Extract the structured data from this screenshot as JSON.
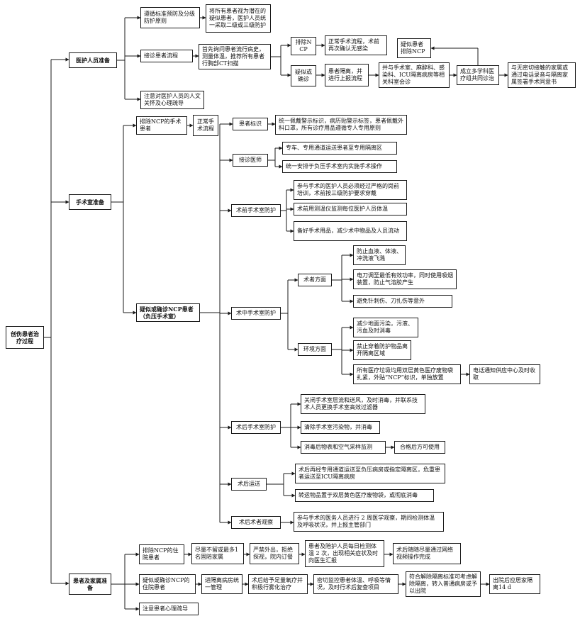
{
  "root": "创伤患者治疗过程",
  "sections": {
    "staff": {
      "title": "医护人员准备",
      "standard": "遵循标准预防及分级防护原则",
      "standard_detail": "将所有患者视为潜在的疑似患者，医护人员统一采取二级或三级防护",
      "reception": "接诊患者流程",
      "reception_detail": "首先询问患者流行病史，测量体温，推荐所有患者行胸部CT扫描",
      "exclude": "排除NCP",
      "exclude_detail": "正常手术流程，术前再次确认无感染",
      "suspect": "疑似或确诊",
      "suspect_detail": "患者隔离，并进行上报流程",
      "suspect_consult": "并与手术室、麻醉科、感染科、ICU隔离病房等相关科室会诊",
      "mdt": "成立多学科医疗组共同诊治",
      "suspect_exclude": "疑似患者排除NCP",
      "family": "与无密切接触的家属或通过电话录音与隔离家属签署手术同意书",
      "care": "注意对医护人员的人文关怀及心理疏导"
    },
    "or": {
      "title": "手术室准备",
      "excluded": "排除NCP的手术患者",
      "excluded_detail": "正常手术流程",
      "suspect": "疑似或确诊NCP患者（负压手术室）",
      "marking": "患者标识",
      "marking_detail": "统一佩戴警示标识，病历贴警示标签，患者佩戴外科口罩，所有诊疗用品遵循专人专用原则",
      "receive": "接诊医师",
      "receive_1": "专车、专用通道运送患者至专用隔离区",
      "receive_2": "统一安排于负压手术室内实施手术操作",
      "preop": "术前手术室防护",
      "preop_1": "参与手术的医护人员必须经过严格的岗前培训，术前按三级防护要求穿戴",
      "preop_2": "术前用测温仪监测每位医护人员体温",
      "preop_3": "备好手术用品，减少术中物品及人员流动",
      "intraop": "术中手术室防护",
      "operator": "术者方面",
      "op_1": "防止血液、体液、冲洗液飞溅",
      "op_2": "电刀调至最低有效功率，同时使用吸烟装置，防止气溶胶产生",
      "op_3": "避免针刺伤、刀扎伤等意外",
      "env": "环境方面",
      "env_1": "减少地面污染，污液、污血及时消毒",
      "env_2": "禁止穿着防护物品离开隔离区域",
      "env_3": "所有医疗垃圾均用双层黄色医疗废物袋扎紧，外贴“NCP”标识，单独放置",
      "env_3b": "电话通知供应中心及时收取",
      "postop": "术后手术室防护",
      "postop_1": "关闭手术室层流和送风，及时消毒，并联系技术人员更换手术室高效过滤器",
      "postop_2": "清除手术室污染物，并消毒",
      "postop_3": "消毒后物表和空气采样监测",
      "postop_3b": "合格后方可使用",
      "transfer": "术后运送",
      "transfer_1": "术后再经专用通道运送至负压病房或指定隔离区，危重患者运送至ICU隔离病房",
      "transfer_2": "转运物品置于双层黄色医疗废物袋，或彻底消毒",
      "observe": "术后术者观察",
      "observe_1": "参与手术的医务人员进行 2 周医学观察，期间检测体温及呼吸状况，并上报主管部门"
    },
    "patient": {
      "title": "患者及家属准备",
      "excluded": "排除NCP的住院患者",
      "ex_1": "尽量不留或最多1 名固陪家属",
      "ex_2": "严禁外出，拒绝探视，院内订餐",
      "ex_3": "患者及陪护人员每日检测体温 2 次，出现相关症状及时向医生汇报",
      "ex_4": "术后随随尽量通过网络视频操作完成",
      "suspect": "疑似或确诊NCP的住院患者",
      "su_1": "进隔离病房统一管理",
      "su_2": "术后给予足量氧疗并积极行雾化治疗",
      "su_3": "密切监控患者体温、呼吸等情况，及时行术后复查项目",
      "su_4": "符合解除隔离标准可考虑解除隔离，转入普通病房或予以出院",
      "su_5": "出院后应居家隔离14 d",
      "care": "注意患者心理疏导"
    }
  }
}
